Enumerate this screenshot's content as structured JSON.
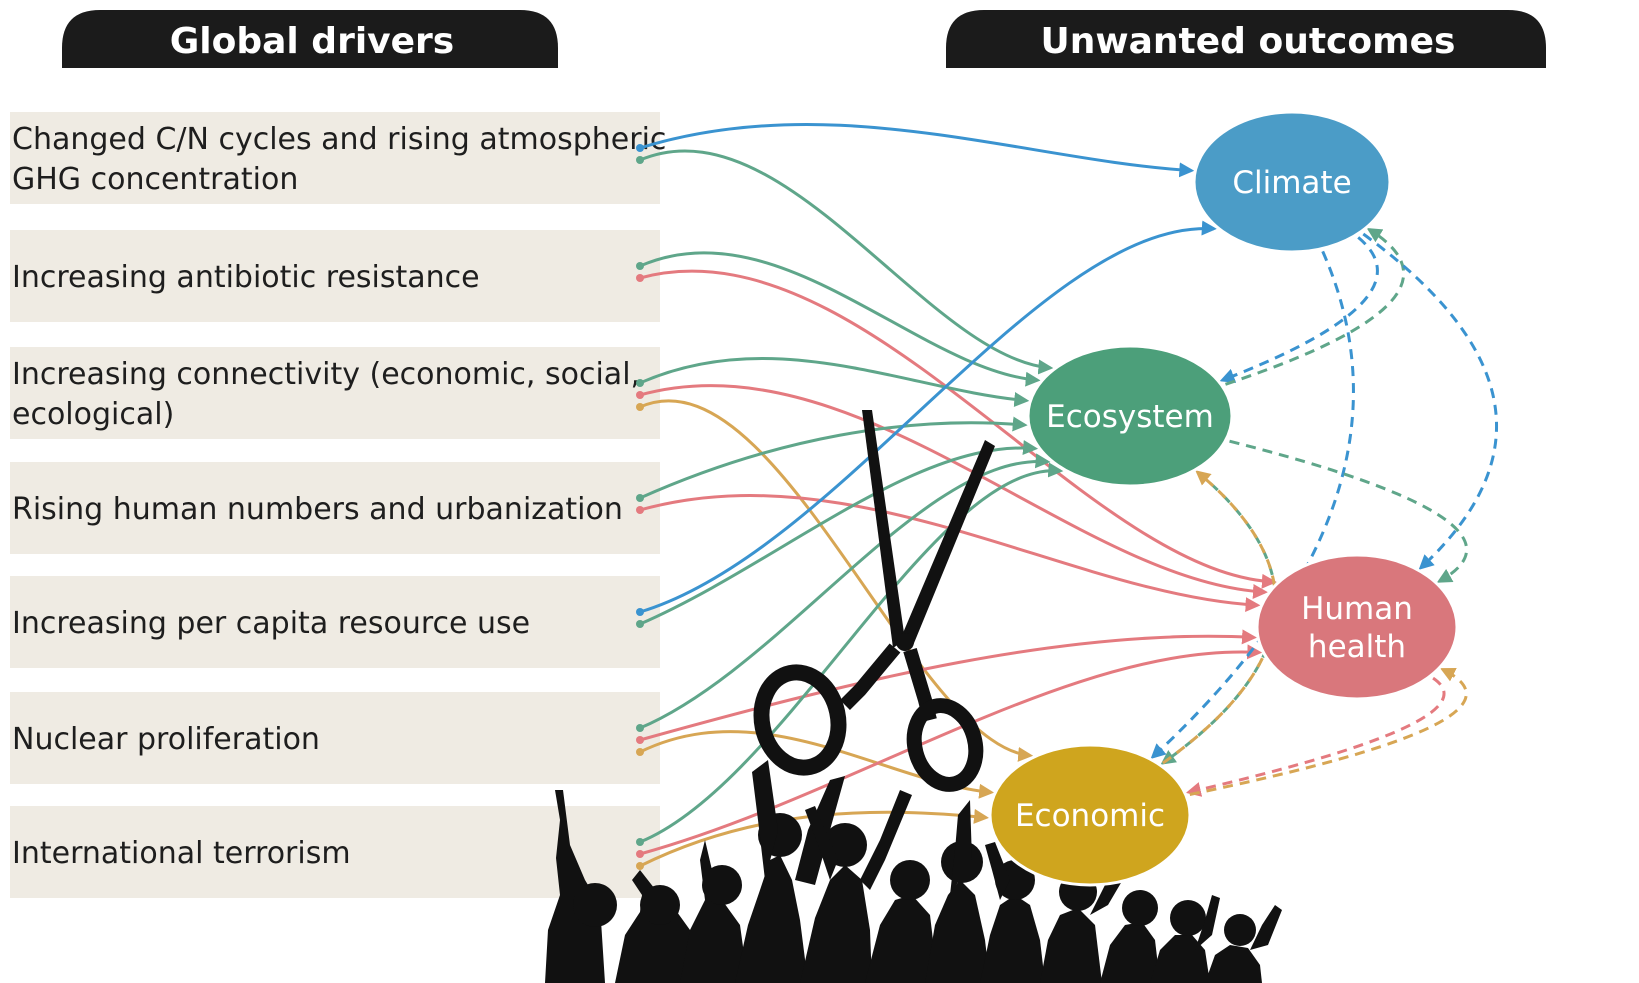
{
  "headers": {
    "drivers": "Global drivers",
    "outcomes": "Unwanted outcomes"
  },
  "drivers": [
    {
      "id": "cn",
      "lines": [
        "Changed C/N cycles and rising atmospheric",
        "GHG concentration"
      ]
    },
    {
      "id": "abx",
      "lines": [
        "Increasing antibiotic resistance"
      ]
    },
    {
      "id": "conn",
      "lines": [
        "Increasing connectivity (economic, social,",
        "ecological)"
      ]
    },
    {
      "id": "pop",
      "lines": [
        "Rising human numbers and urbanization"
      ]
    },
    {
      "id": "res",
      "lines": [
        "Increasing per capita resource use"
      ]
    },
    {
      "id": "nuc",
      "lines": [
        "Nuclear proliferation"
      ]
    },
    {
      "id": "ter",
      "lines": [
        "International terrorism"
      ]
    }
  ],
  "outcomes": [
    {
      "id": "climate",
      "lines": [
        "Climate"
      ],
      "color": "#4b9cc7"
    },
    {
      "id": "ecosystem",
      "lines": [
        "Ecosystem"
      ],
      "color": "#4c9f7a"
    },
    {
      "id": "health",
      "lines": [
        "Human",
        "health"
      ],
      "color": "#d9777c"
    },
    {
      "id": "economic",
      "lines": [
        "Economic"
      ],
      "color": "#cfa51e"
    }
  ],
  "link_colors": {
    "climate": "#3a93d0",
    "ecosystem": "#5fa68a",
    "health": "#e47a7f",
    "economic": "#d7a654"
  },
  "driver_links": [
    {
      "from": "cn",
      "to": "climate"
    },
    {
      "from": "cn",
      "to": "ecosystem"
    },
    {
      "from": "abx",
      "to": "ecosystem"
    },
    {
      "from": "abx",
      "to": "health"
    },
    {
      "from": "conn",
      "to": "ecosystem"
    },
    {
      "from": "conn",
      "to": "health"
    },
    {
      "from": "conn",
      "to": "economic"
    },
    {
      "from": "pop",
      "to": "ecosystem"
    },
    {
      "from": "pop",
      "to": "health"
    },
    {
      "from": "res",
      "to": "climate"
    },
    {
      "from": "res",
      "to": "ecosystem"
    },
    {
      "from": "nuc",
      "to": "ecosystem"
    },
    {
      "from": "nuc",
      "to": "health"
    },
    {
      "from": "nuc",
      "to": "economic"
    },
    {
      "from": "ter",
      "to": "ecosystem"
    },
    {
      "from": "ter",
      "to": "health"
    },
    {
      "from": "ter",
      "to": "economic"
    }
  ],
  "feedback_links": [
    {
      "from": "climate",
      "to": "ecosystem"
    },
    {
      "from": "ecosystem",
      "to": "climate"
    },
    {
      "from": "climate",
      "to": "health"
    },
    {
      "from": "climate",
      "to": "economic"
    },
    {
      "from": "ecosystem",
      "to": "health"
    },
    {
      "from": "ecosystem",
      "to": "economic"
    },
    {
      "from": "health",
      "to": "economic"
    },
    {
      "from": "economic",
      "to": "health"
    },
    {
      "from": "economic",
      "to": "ecosystem"
    }
  ],
  "illustration": {
    "scissors": "scissors-icon",
    "crowd": "cheering-crowd-silhouette"
  }
}
